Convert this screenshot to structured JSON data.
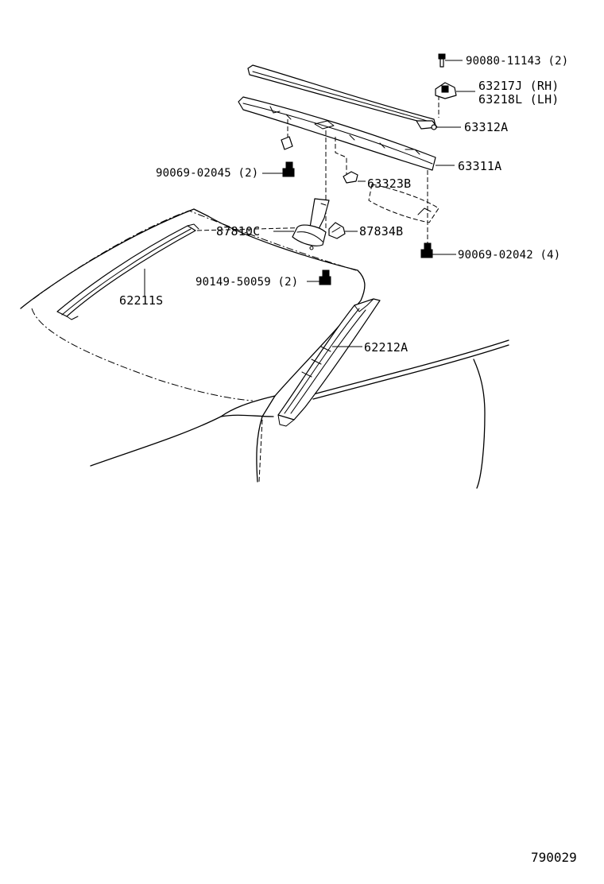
{
  "parts": {
    "bolt_90080_11143": "90080-11143 (2)",
    "clip_63217J": "63217J (RH)",
    "clip_63218L": "63218L (LH)",
    "panel_63312A": "63312A",
    "header_63311A": "63311A",
    "screw_90069_02045": "90069-02045 (2)",
    "pad_63323B": "63323B",
    "mirror_87810C": "87810C",
    "cover_87834B": "87834B",
    "screw_90069_02042": "90069-02042 (4)",
    "screw_90149_50059": "90149-50059 (2)",
    "molding_62211S": "62211S",
    "molding_62212A": "62212A"
  },
  "ref_code": "790029"
}
